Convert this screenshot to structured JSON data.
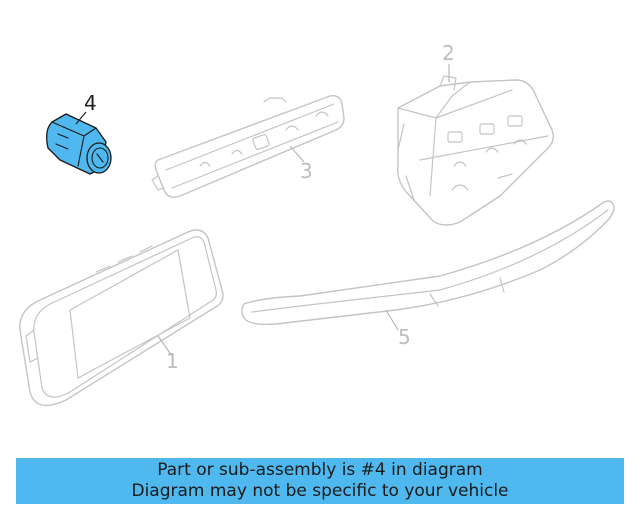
{
  "callouts": [
    {
      "id": "1",
      "label": "1"
    },
    {
      "id": "2",
      "label": "2"
    },
    {
      "id": "3",
      "label": "3"
    },
    {
      "id": "4",
      "label": "4"
    },
    {
      "id": "5",
      "label": "5"
    }
  ],
  "highlighted_part": "4",
  "colors": {
    "highlight": "#4fb8ee",
    "banner": "#4fb8ee",
    "line_gray": "#c4c4c4",
    "active_text": "#222222"
  },
  "banner": {
    "line1": "Part or sub-assembly is #4 in diagram",
    "line2": "Diagram may not be specific to your vehicle"
  }
}
